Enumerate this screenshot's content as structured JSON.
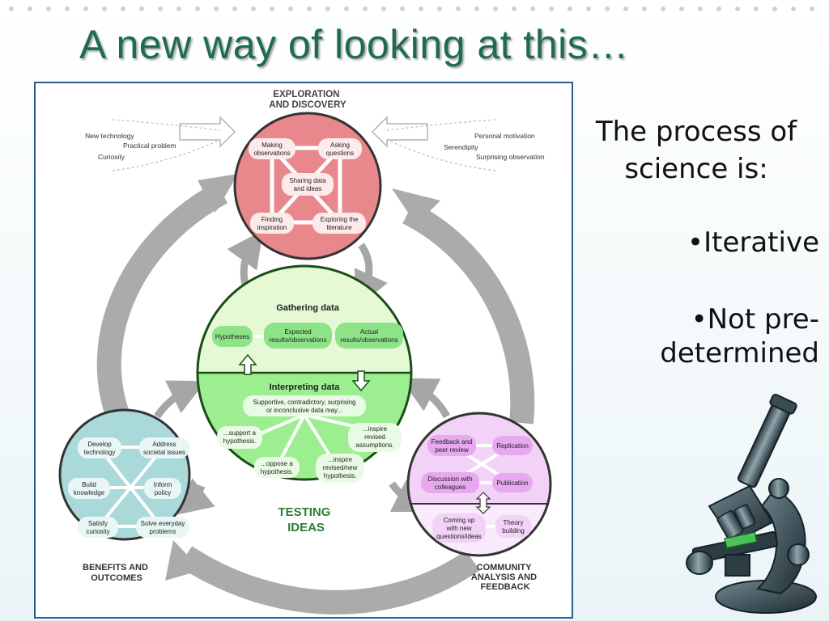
{
  "slide": {
    "title": "A new way of looking at this…",
    "side_text": {
      "intro": "The process of science is:",
      "bullets": [
        "•Iterative",
        "•Not pre-determined"
      ]
    }
  },
  "diagram": {
    "exploration": {
      "title": [
        "EXPLORATION",
        "AND DISCOVERY"
      ],
      "nodes": {
        "making_observations": [
          "Making",
          "observations"
        ],
        "asking_questions": [
          "Asking",
          "questions"
        ],
        "sharing_data": [
          "Sharing data",
          "and ideas"
        ],
        "finding_inspiration": [
          "Finding",
          "inspiration"
        ],
        "exploring_literature": [
          "Exploring the",
          "literature"
        ]
      },
      "inputs_left": [
        "New technology",
        "Practical problem",
        "Curiosity"
      ],
      "inputs_right": [
        "Personal motivation",
        "Serendipity",
        "Surprising observation"
      ]
    },
    "testing": {
      "title": [
        "TESTING",
        "IDEAS"
      ],
      "gathering_label": "Gathering data",
      "interpreting_label": "Interpreting data",
      "hypotheses": "Hypotheses",
      "expected": [
        "Expected",
        "results/observations"
      ],
      "actual": [
        "Actual",
        "results/observations"
      ],
      "data_may": [
        "Supportive, contradictory, surprising",
        "or inconclusive data may..."
      ],
      "support": [
        "...support a",
        "hypothesis."
      ],
      "oppose": [
        "...oppose a",
        "hypothesis."
      ],
      "inspire_new": [
        "...inspire",
        "revised/new",
        "hypothesis."
      ],
      "inspire_assumptions": [
        "...inspire",
        "revised",
        "assumptions."
      ]
    },
    "benefits": {
      "title": [
        "BENEFITS AND",
        "OUTCOMES"
      ],
      "develop_technology": [
        "Develop",
        "technology"
      ],
      "address_issues": [
        "Address",
        "societal issues"
      ],
      "build_knowledge": [
        "Build",
        "knowledge"
      ],
      "inform_policy": [
        "Inform",
        "policy"
      ],
      "satisfy_curiosity": [
        "Satisfy",
        "curiosity"
      ],
      "solve_problems": [
        "Solve everyday",
        "problems"
      ]
    },
    "community": {
      "title": [
        "COMMUNITY",
        "ANALYSIS AND",
        "FEEDBACK"
      ],
      "feedback": [
        "Feedback and",
        "peer review"
      ],
      "replication": "Replication",
      "discussion": [
        "Discussion with",
        "colleagues"
      ],
      "publication": "Publication",
      "coming_up": [
        "Coming up",
        "with new",
        "questions/ideas"
      ],
      "theory_building": [
        "Theory",
        "building"
      ]
    }
  },
  "colors": {
    "title": "#1e6b53",
    "frame_border": "#2c5b93",
    "exploration_fill": "#e9888c",
    "testing_top_fill": "#e4f9d4",
    "testing_bottom_fill": "#9dee91",
    "benefits_fill": "#a9d9d9",
    "community_top_fill": "#f3d2f7",
    "community_bottom_fill": "#f8eafb",
    "arrow_gray": "#a6a6a6"
  }
}
